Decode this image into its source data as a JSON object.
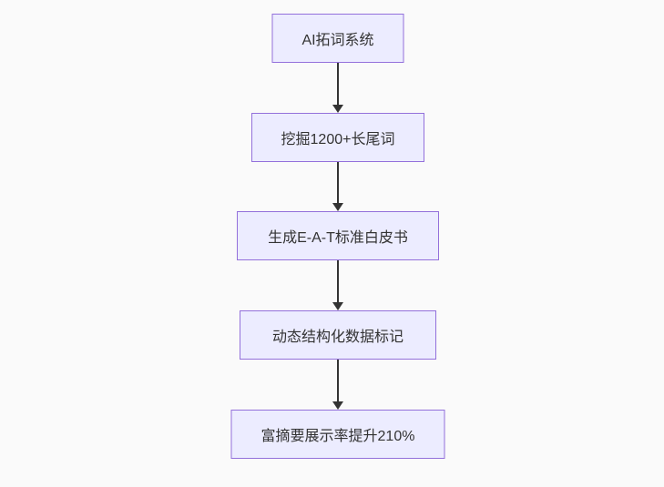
{
  "flowchart": {
    "type": "vertical-flowchart",
    "direction": "top-down",
    "nodes": [
      {
        "id": "A",
        "label": "AI拓词系统"
      },
      {
        "id": "B",
        "label": "挖掘1200+长尾词"
      },
      {
        "id": "C",
        "label": "生成E-A-T标准白皮书"
      },
      {
        "id": "D",
        "label": "动态结构化数据标记"
      },
      {
        "id": "E",
        "label": "富摘要展示率提升210%"
      }
    ],
    "edges": [
      {
        "from": "A",
        "to": "B",
        "style": "solid-arrow"
      },
      {
        "from": "B",
        "to": "C",
        "style": "solid-arrow"
      },
      {
        "from": "C",
        "to": "D",
        "style": "solid-arrow"
      },
      {
        "from": "D",
        "to": "E",
        "style": "solid-arrow"
      }
    ],
    "colors": {
      "background": "#fafafa",
      "node_fill": "#ECECFF",
      "node_border": "#9370DB",
      "arrow": "#333333",
      "text": "#333333"
    }
  }
}
